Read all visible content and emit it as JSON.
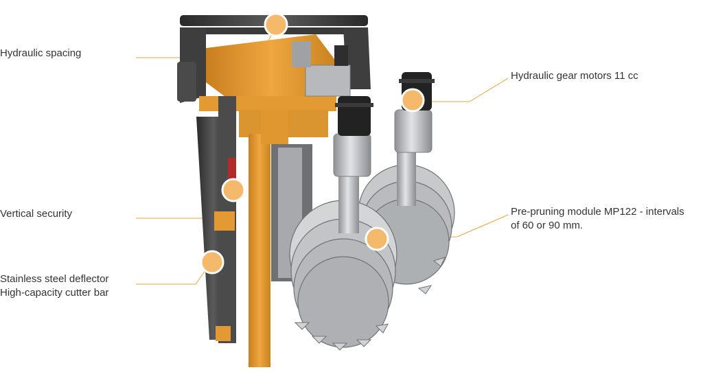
{
  "labels": {
    "hydraulic_spacing": "Hydraulic spacing",
    "gear_motors": "Hydraulic gear motors 11 cc",
    "vertical_security": "Vertical security",
    "deflector_line1": "Stainless steel deflector",
    "deflector_line2": "High-capacity cutter bar",
    "prepruning_line1": "Pre-pruning module MP122 - intervals",
    "prepruning_line2": "of 60 or 90 mm."
  },
  "colors": {
    "frame_orange": "#E8A33A",
    "frame_dark": "#2E2E2E",
    "steel": "#B8BABD",
    "hotspot": "#F4B96B",
    "leader_line": "#E8A33A",
    "text": "#333333"
  }
}
